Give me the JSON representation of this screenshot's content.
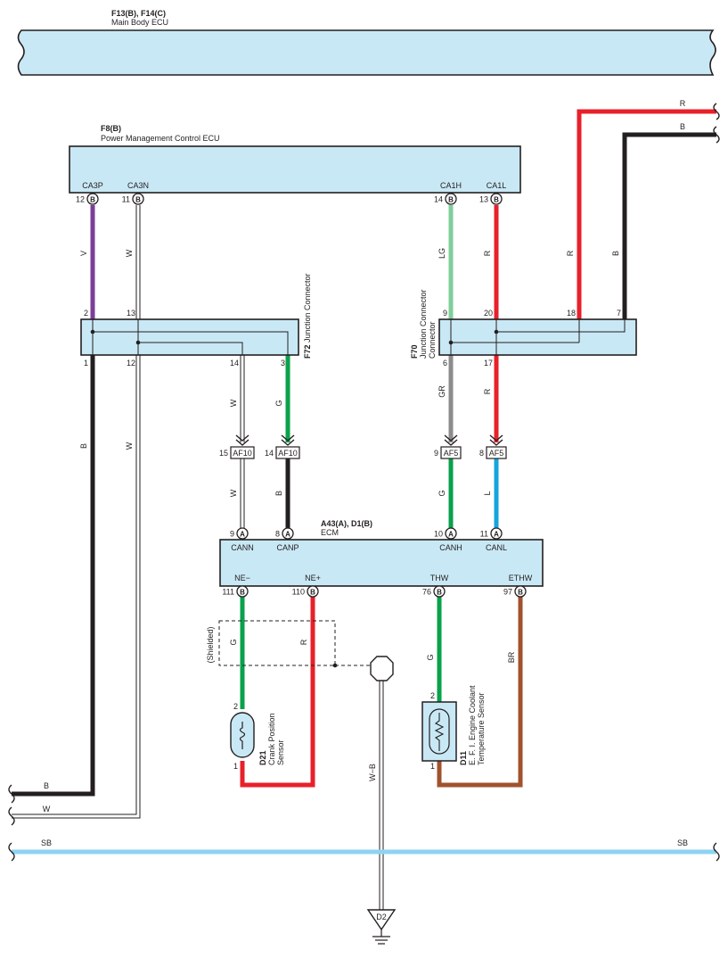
{
  "colors": {
    "body_fill": "#c9e8f5",
    "V": "#7b3f98",
    "W": "#ffffff",
    "B": "#231f20",
    "LG": "#7fcf9a",
    "R": "#e8202a",
    "G": "#0aa14b",
    "GR": "#8c8c8c",
    "L": "#14a5dc",
    "BR": "#a0522d",
    "SB": "#8fd3f2"
  },
  "main_body_ecu": {
    "connector": "F13(B), F14(C)",
    "name": "Main Body ECU"
  },
  "pmc_ecu": {
    "connector": "F8(B)",
    "name": "Power Management Control ECU",
    "pins": [
      {
        "no": "12",
        "conn": "B",
        "term": "CA3P",
        "wire": "V"
      },
      {
        "no": "11",
        "conn": "B",
        "term": "CA3N",
        "wire": "W"
      },
      {
        "no": "14",
        "conn": "B",
        "term": "CA1H",
        "wire": "LG"
      },
      {
        "no": "13",
        "conn": "B",
        "term": "CA1L",
        "wire": "R"
      }
    ]
  },
  "f72": {
    "code": "F72",
    "name": "Junction Connector",
    "top_pins": [
      "2",
      "13"
    ],
    "bottom_pins": [
      "1",
      "12",
      "14",
      "3"
    ]
  },
  "f70": {
    "code": "F70",
    "name": "Junction Connector",
    "top_pins": [
      "9",
      "20",
      "18",
      "7"
    ],
    "bottom_pins": [
      "6",
      "17"
    ]
  },
  "af": [
    {
      "pin": "15",
      "conn": "AF10"
    },
    {
      "pin": "14",
      "conn": "AF10"
    },
    {
      "pin": "9",
      "conn": "AF5"
    },
    {
      "pin": "8",
      "conn": "AF5"
    }
  ],
  "ecm": {
    "connector": "A43(A), D1(B)",
    "name": "ECM",
    "top_pins": [
      {
        "no": "9",
        "conn": "A",
        "term": "CANN"
      },
      {
        "no": "8",
        "conn": "A",
        "term": "CANP"
      },
      {
        "no": "10",
        "conn": "A",
        "term": "CANH"
      },
      {
        "no": "11",
        "conn": "A",
        "term": "CANL"
      }
    ],
    "bottom_pins": [
      {
        "no": "111",
        "conn": "B",
        "term": "NE−"
      },
      {
        "no": "110",
        "conn": "B",
        "term": "NE+"
      },
      {
        "no": "76",
        "conn": "B",
        "term": "THW"
      },
      {
        "no": "97",
        "conn": "B",
        "term": "ETHW"
      }
    ]
  },
  "wire_labels": {
    "ca3p": "V",
    "ca3n": "W",
    "ca1h": "LG",
    "ca1l": "R",
    "f72_out1": "B",
    "f72_out12": "W",
    "f72_out14": "W",
    "f72_out3": "G",
    "af15_ecm": "W",
    "af14_ecm": "B",
    "f70_out6": "GR",
    "f70_out17": "R",
    "af9_ecm": "G",
    "af8_ecm": "L",
    "r_in": "R",
    "b_in": "B",
    "r_f70": "R",
    "b_f70": "B",
    "ne_minus": "G",
    "ne_plus": "R",
    "thw": "G",
    "ethw": "BR",
    "ground": "W−B",
    "bottom_b": "B",
    "bottom_w": "W",
    "sb_left": "SB",
    "sb_right": "SB"
  },
  "shielded": "(Shielded)",
  "d21": {
    "code": "D21",
    "line1": "Crank Position",
    "line2": "Sensor",
    "pin_top": "2",
    "pin_bottom": "1"
  },
  "d11": {
    "code": "D11",
    "line1": "E. F. I. Engine Coolant",
    "line2": "Temperature Sensor",
    "pin_top": "2",
    "pin_bottom": "1"
  },
  "ground": {
    "label": "D2"
  }
}
